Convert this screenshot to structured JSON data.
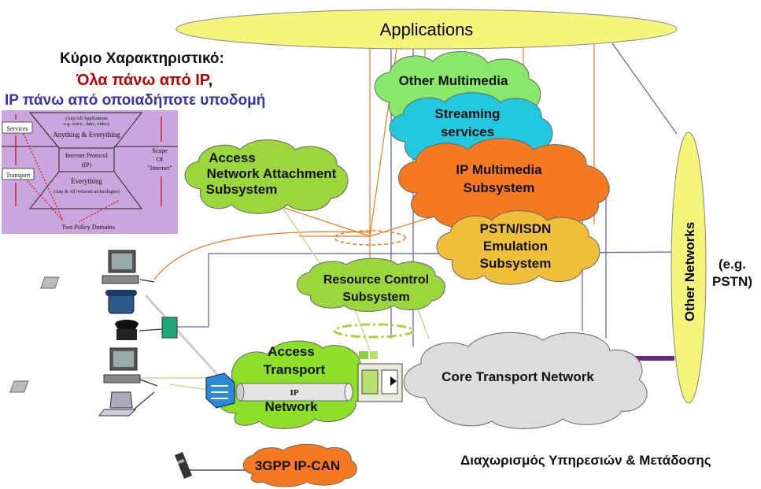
{
  "heading": {
    "line1": "Κύριο Χαρακτηριστικό:",
    "line2": "Όλα πάνω από IP",
    "line2_suffix": ",",
    "line3": "IP πάνω από οποιαδήποτε υποδομή"
  },
  "hourglass": {
    "top_text_1": "(Any/All Applications",
    "top_text_2": "e.g. voice , data , video)",
    "anything": "Anything & Everything",
    "ip_1": "Internet Protocol",
    "ip_2": "(IP)",
    "everything": "Everything",
    "bottom_text": "(Any & All Network technologies)",
    "services": "Services",
    "transport": "Transport",
    "scope_1": "Scope",
    "scope_2": "Of",
    "scope_3": "\"Internet\"",
    "policy": "Two Policy Domains"
  },
  "nodes": {
    "applications": "Applications",
    "other_multimedia": "Other Multimedia",
    "streaming_1": "Streaming",
    "streaming_2": "services",
    "ims_1": "IP Multimedia",
    "ims_2": "Subsystem",
    "pstn_1": "PSTN/ISDN",
    "pstn_2": "Emulation",
    "pstn_3": "Subsystem",
    "nass_1": "Access",
    "nass_2": "Network Attachment",
    "nass_3": "Subsystem",
    "racs_1": "Resource Control",
    "racs_2": "Subsystem",
    "access_1": "Access",
    "access_2": "Transport",
    "access_3": "Network",
    "ip_pipe": "IP",
    "core": "Core Transport Network",
    "other_networks": "Other Networks",
    "eg_1": "(e.g.",
    "eg_2": "PSTN)",
    "ipcan": "3GPP IP-CAN"
  },
  "caption": "Διαχωρισμός Υπηρεσιών & Μετάδοσης",
  "colors": {
    "applications": "#f5f57a",
    "other_multimedia": "#88e86a",
    "streaming": "#22c8e0",
    "ims": "#f47920",
    "pstn": "#f0bf3a",
    "nass": "#9bd63a",
    "racs": "#9bd63a",
    "access": "#8ddf28",
    "core": "#dcdcdc",
    "other_networks": "#f5f57a",
    "ipcan": "#f47920",
    "hourglass_bg": "#c9a6de"
  }
}
